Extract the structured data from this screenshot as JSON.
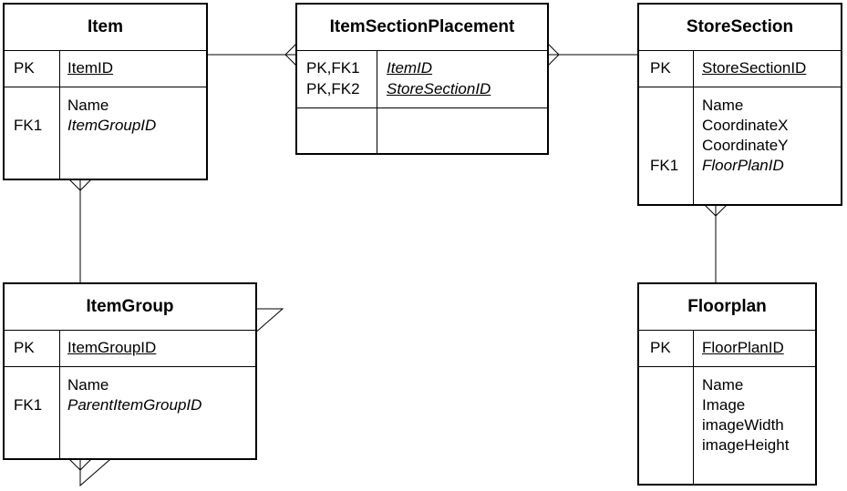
{
  "entities": {
    "item": {
      "title": "Item",
      "pk_label": "PK",
      "pk_field": "ItemID",
      "fk_label": "FK1",
      "attributes": [
        "Name",
        "ItemGroupID"
      ]
    },
    "placement": {
      "title": "ItemSectionPlacement",
      "pk_labels": [
        "PK,FK1",
        "PK,FK2"
      ],
      "pk_fields": [
        "ItemID",
        "StoreSectionID"
      ]
    },
    "storesection": {
      "title": "StoreSection",
      "pk_label": "PK",
      "pk_field": "StoreSectionID",
      "fk_label": "FK1",
      "attributes": [
        "Name",
        "CoordinateX",
        "CoordinateY",
        "FloorPlanID"
      ]
    },
    "itemgroup": {
      "title": "ItemGroup",
      "pk_label": "PK",
      "pk_field": "ItemGroupID",
      "fk_label": "FK1",
      "attributes": [
        "Name",
        "ParentItemGroupID"
      ]
    },
    "floorplan": {
      "title": "Floorplan",
      "pk_label": "PK",
      "pk_field": "FloorPlanID",
      "attributes": [
        "Name",
        "Image",
        "imageWidth",
        "imageHeight"
      ]
    }
  }
}
